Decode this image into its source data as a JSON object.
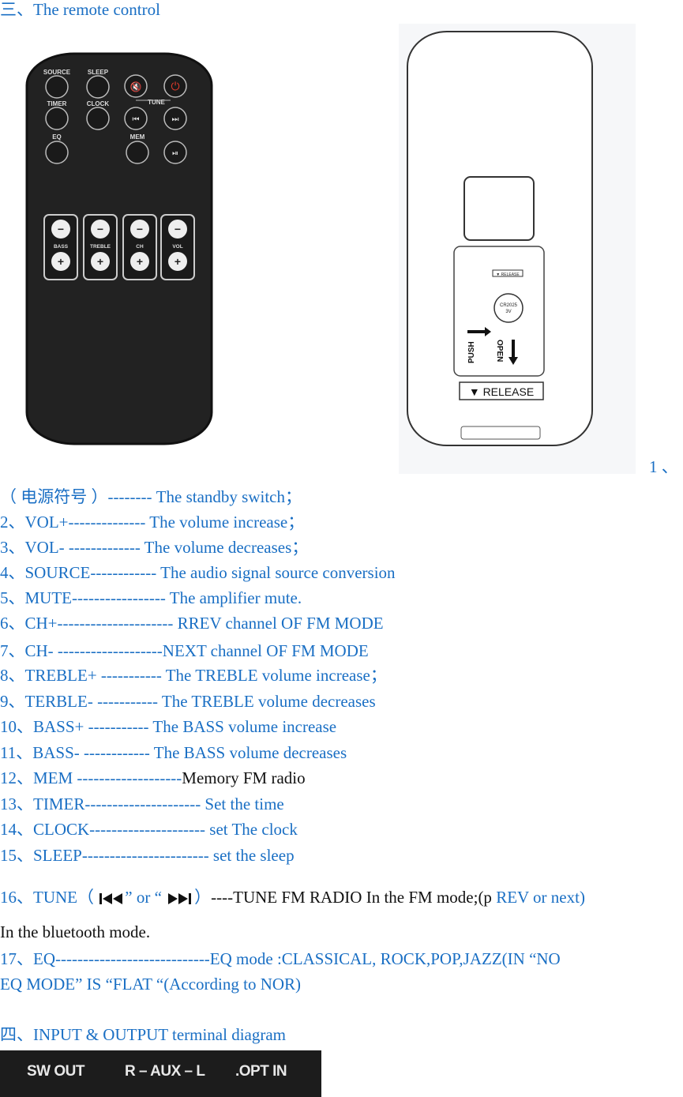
{
  "heading": "三、The remote control",
  "front_remote": {
    "buttons_top": [
      "SOURCE",
      "SLEEP",
      "TIMER",
      "CLOCK",
      "EQ",
      "MEM",
      "TUNE"
    ],
    "rockers": [
      {
        "label": "BASS",
        "minus": "−",
        "plus": "+"
      },
      {
        "label": "TREBLE",
        "minus": "−",
        "plus": "+"
      },
      {
        "label": "CH",
        "minus": "−",
        "plus": "+"
      },
      {
        "label": "VOL",
        "minus": "−",
        "plus": "+"
      }
    ]
  },
  "back_remote": {
    "release_small": "▼ RELEASE",
    "battery": "CR2025",
    "battery_volt": "3V",
    "push": "PUSH",
    "open": "OPEN",
    "release_big": "▼ RELEASE"
  },
  "list": {
    "item1_num": "1 、",
    "item1": "（ 电源符号 ）-------- The standby switch；",
    "item2": "2、VOL+-------------- The volume increase；",
    "item3": "3、VOL-    ------------- The volume decreases；",
    "item4": "4、SOURCE------------ The audio signal source conversion",
    "item5": "5、MUTE----------------- The amplifier mute.",
    "item6": "6、CH+--------------------- RREV channel OF FM MODE",
    "item7": "7、CH-    -------------------NEXT    channel OF FM MODE",
    "item8": "8、TREBLE+    ----------- The TREBLE volume increase；",
    "item9": "9、TERBLE-      ----------- The TREBLE volume decreases",
    "item10": "10、BASS+          ----------- The BASS volume increase",
    "item11": "11、BASS-            ------------ The BASS volume decreases",
    "item12_a": "12、MEM    -------------------",
    "item12_b": "Memory FM radio",
    "item13": "13、TIMER--------------------- Set the time",
    "item14": "14、CLOCK--------------------- set The clock",
    "item15": "15、SLEEP----------------------- set the sleep",
    "item16_a": "16、TUNE（",
    "item16_b": "” or “",
    "item16_c": "）",
    "item16_d": "----TUNE FM RADIO In the FM mode;(p",
    "item16_e": "REV or next)",
    "item16_line2": "In the bluetooth mode.",
    "item17_line1": "17、EQ----------------------------EQ  mode  :CLASSICAL,  ROCK,POP,JAZZ(IN  “NO",
    "item17_line2": "EQ MODE” IS “FLAT “(According to NOR)"
  },
  "heading2": "四、INPUT & OUTPUT terminal diagram",
  "io_bar": {
    "sw_out": "SW OUT",
    "aux": "R – AUX – L",
    "opt_in": ".OPT IN"
  }
}
